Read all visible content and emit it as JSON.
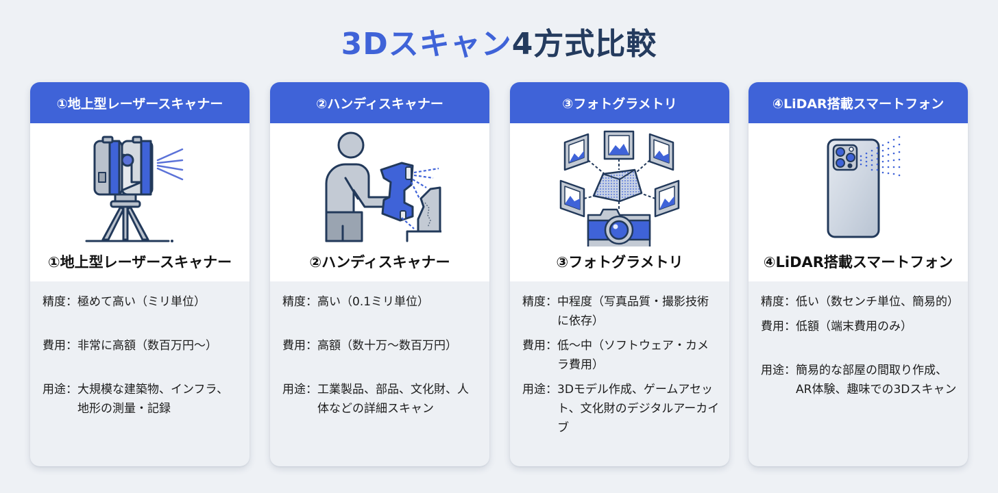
{
  "title": {
    "accent": "3Dスキャン",
    "rest": "4方式比較"
  },
  "colors": {
    "accent": "#3f63d8",
    "title_dark": "#243b5e",
    "background": "#eef1f5",
    "card_lower": "#edf0f4",
    "icon_stroke": "#22395a",
    "icon_gray": "#c3cad4",
    "icon_blue": "#3f63d8"
  },
  "labels": {
    "accuracy": "精度：",
    "cost": "費用：",
    "use": "用途："
  },
  "cards": [
    {
      "header": "①地上型レーザースキャナー",
      "icon": "tripod-laser-scanner-icon",
      "name": "①地上型レーザースキャナー",
      "accuracy": "極めて高い（ミリ単位）",
      "cost": "非常に高額（数百万円～）",
      "use": "大規模な建築物、インフラ、地形の測量・記録"
    },
    {
      "header": "②ハンディスキャナー",
      "icon": "person-handheld-scanner-icon",
      "name": "②ハンディスキャナー",
      "accuracy": "高い（0.1ミリ単位）",
      "cost": "高額（数十万～数百万円）",
      "use": "工業製品、部品、文化財、人体などの詳細スキャン"
    },
    {
      "header": "③フォトグラメトリ",
      "icon": "photos-camera-mesh-icon",
      "name": "③フォトグラメトリ",
      "accuracy": "中程度（写真品質・撮影技術に依存）",
      "cost": "低～中（ソフトウェア・カメラ費用）",
      "use": "3Dモデル作成、ゲームアセット、文化財のデジタルアーカイブ"
    },
    {
      "header": "④LiDAR搭載スマートフォン",
      "icon": "lidar-smartphone-icon",
      "name": "④LiDAR搭載スマートフォン",
      "accuracy": "低い（数センチ単位、簡易的）",
      "cost": "低額（端末費用のみ）",
      "use": "簡易的な部屋の間取り作成、AR体験、趣味での3Dスキャン"
    }
  ]
}
